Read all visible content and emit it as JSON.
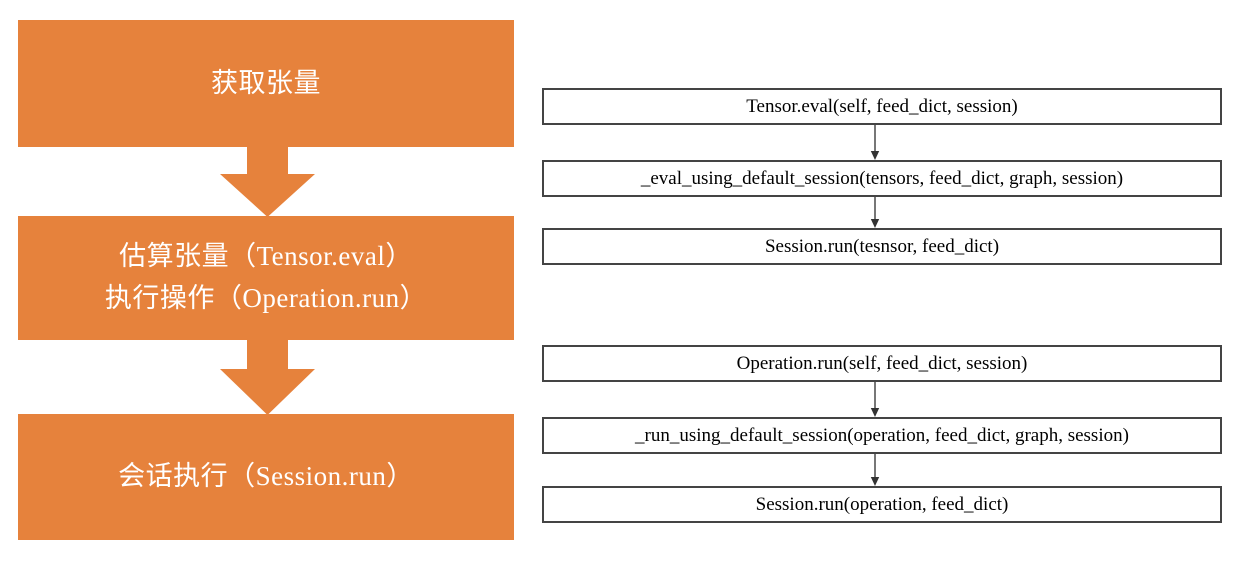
{
  "diagram": {
    "colors": {
      "orange": "#E6823C",
      "box_border": "#444444",
      "arrow_stroke": "#555555",
      "orange_text": "#FFFFFF",
      "code_text": "#000000",
      "background": "#FFFFFF"
    },
    "left_flow": {
      "steps": [
        {
          "lines": [
            "获取张量"
          ]
        },
        {
          "lines": [
            "估算张量（Tensor.eval）",
            "执行操作（Operation.run）"
          ]
        },
        {
          "lines": [
            "会话执行（Session.run）"
          ]
        }
      ],
      "arrows": [
        {
          "direction": "down",
          "name": "获取张量 → 估算张量"
        },
        {
          "direction": "down",
          "name": "估算张量 → 会话执行"
        }
      ]
    },
    "right_flow": {
      "group_tensor": {
        "boxes": [
          "Tensor.eval(self, feed_dict, session)",
          "_eval_using_default_session(tensors, feed_dict, graph, session)",
          "Session.run(tesnsor, feed_dict)"
        ]
      },
      "group_operation": {
        "boxes": [
          "Operation.run(self, feed_dict, session)",
          "_run_using_default_session(operation, feed_dict, graph, session)",
          "Session.run(operation, feed_dict)"
        ]
      }
    }
  }
}
